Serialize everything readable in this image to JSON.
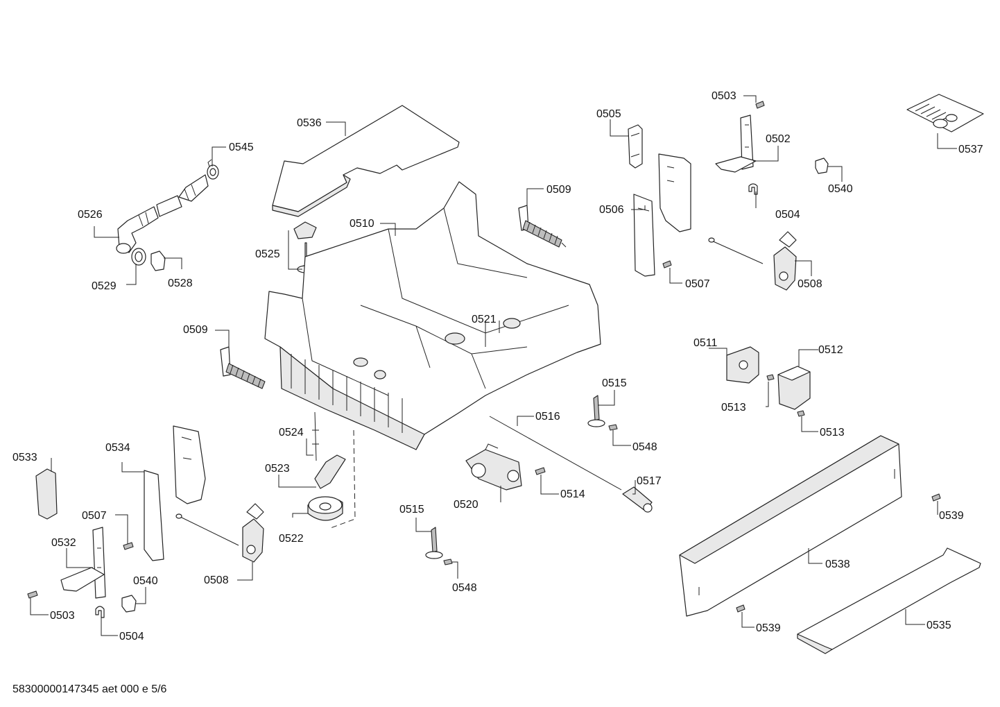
{
  "diagram": {
    "labels": {
      "l0536": "0536",
      "l0545": "0545",
      "l0526": "0526",
      "l0525": "0525",
      "l0510": "0510",
      "l0529": "0529",
      "l0528": "0528",
      "l0509a": "0509",
      "l0509b": "0509",
      "l0505": "0505",
      "l0503a": "0503",
      "l0502": "0502",
      "l0537": "0537",
      "l0540a": "0540",
      "l0506": "0506",
      "l0504a": "0504",
      "l0507a": "0507",
      "l0508a": "0508",
      "l0521": "0521",
      "l0511": "0511",
      "l0512": "0512",
      "l0513a": "0513",
      "l0513b": "0513",
      "l0515a": "0515",
      "l0516": "0516",
      "l0548a": "0548",
      "l0524": "0524",
      "l0533": "0533",
      "l0534": "0534",
      "l0523": "0523",
      "l0517": "0517",
      "l0520": "0520",
      "l0514": "0514",
      "l0539a": "0539",
      "l0507b": "0507",
      "l0522": "0522",
      "l0515b": "0515",
      "l0532": "0532",
      "l0508b": "0508",
      "l0538": "0538",
      "l0540b": "0540",
      "l0548b": "0548",
      "l0503b": "0503",
      "l0539b": "0539",
      "l0504b": "0504",
      "l0535": "0535"
    },
    "footer": "58300000147345 aet 000 e 5/6"
  }
}
